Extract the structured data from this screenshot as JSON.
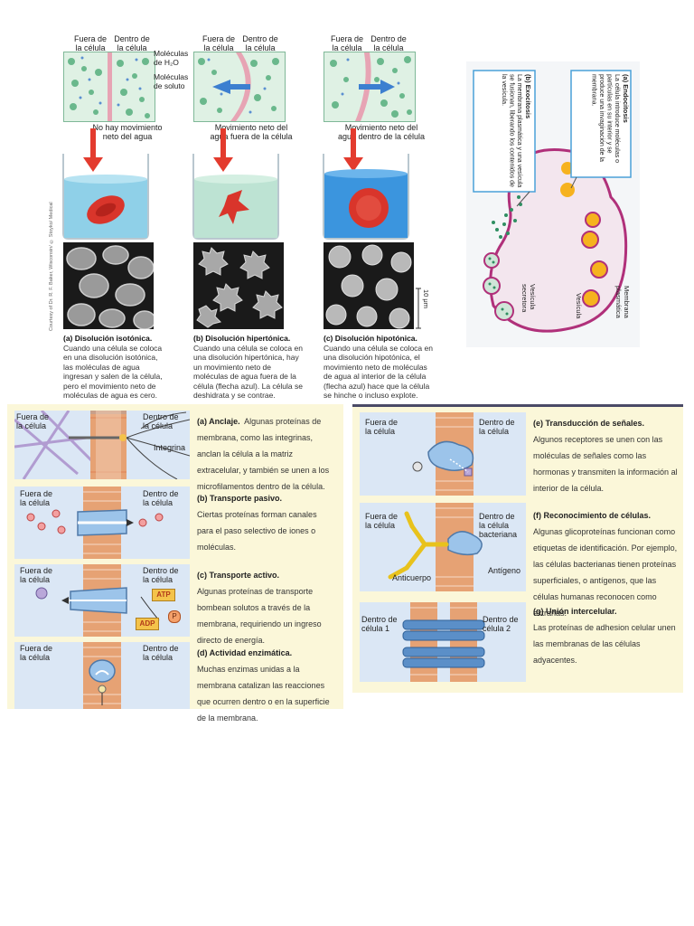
{
  "osmosis": {
    "panels": [
      {
        "outside": "Fuera de\nla célula",
        "inside": "Dentro de\nla célula",
        "arrow_text": "No hay movimiento\nneto del agua",
        "caption_title": "(a) Disolución isotónica.",
        "caption_text": "Cuando una célula se coloca en una disolución isotónica, las moléculas de agua ingresan y salen de la célula, pero el movimiento neto de moléculas de agua es cero."
      },
      {
        "outside": "Fuera de\nla célula",
        "inside": "Dentro de\nla célula",
        "arrow_text": "Movimiento neto del\nagua fuera de la célula",
        "caption_title": "(b) Disolución hipertónica.",
        "caption_text": "Cuando una célula se coloca en una disolución hipertónica, hay un movimiento neto de moléculas de agua fuera de la célula (flecha azul). La célula se deshidrata y se contrae."
      },
      {
        "outside": "Fuera de\nla célula",
        "inside": "Dentro de\nla célula",
        "arrow_text": "Movimiento neto del\nagua dentro de la célula",
        "caption_title": "(c) Disolución hipotónica.",
        "caption_text": "Cuando una célula se coloca en una disolución hipotónica, el movimiento neto de moléculas de agua al interior de la célula (flecha azul) hace que la célula se hinche o incluso explote."
      }
    ],
    "legend_water": "Moléculas\nde H₂O",
    "legend_solute": "Moléculas\nde soluto",
    "scale_label": "10 μm",
    "credit": "Courtesy of Dr. R. F. Baker, Wisconsin/ © Stoyko/ Medical"
  },
  "transport": {
    "title_a": "(a) Endocitosis",
    "text_a": "La célula introduce moléculas o partículas en su interior y se produce una invaginación de la membrana.",
    "title_b": "(b) Exocitosis",
    "text_b": "La membrana plasmática y una vesícula se fusionan, liberando los contenidos de la vesícula.",
    "label_membrane": "Membrana\nplasmática",
    "label_vesicle": "Vesícula",
    "label_secretory": "Vesícula\nsecretora"
  },
  "functions_left": [
    {
      "outside": "Fuera de\nla célula",
      "inside": "Dentro de\nla célula",
      "extra": "Integrina",
      "title": "(a) Anclaje.",
      "text": "Algunas proteínas de membrana, como las integrinas, anclan la célula a la matriz extracelular, y también se unen a los microfilamentos dentro de la célula."
    },
    {
      "outside": "Fuera de\nla célula",
      "inside": "Dentro de\nla célula",
      "title": "(b) Transporte pasivo.",
      "text": "Ciertas proteínas forman canales para el paso selectivo de iones o moléculas."
    },
    {
      "outside": "Fuera de\nla célula",
      "inside": "Dentro de\nla célula",
      "atp": "ATP",
      "adp": "ADP",
      "p": "P",
      "title": "(c) Transporte activo.",
      "text": "Algunas proteínas de transporte bombean solutos a través de la membrana, requiriendo un ingreso directo de energía."
    },
    {
      "outside": "Fuera de\nla célula",
      "inside": "Dentro de\nla célula",
      "title": "(d) Actividad enzimática.",
      "text": "Muchas enzimas unidas a la membrana catalizan las reacciones que ocurren dentro o en la superficie de la membrana."
    }
  ],
  "functions_right": [
    {
      "outside": "Fuera de\nla célula",
      "inside": "Dentro de\nla célula",
      "title": "(e) Transducción de señales.",
      "text": "Algunos receptores se unen con las moléculas de señales como las hormonas y transmiten la información al interior de la célula."
    },
    {
      "outside": "Fuera de\nla célula",
      "inside": "Dentro de\nla célula\nbacteriana",
      "antibody": "Anticuerpo",
      "antigen": "Antígeno",
      "title": "(f) Reconocimiento de células.",
      "text": "Algunas glicoproteínas funcionan como etiquetas de identificación. Por ejemplo, las células bacterianas tienen proteínas superficiales, o antígenos, que las células humanas reconocen como extrañas."
    },
    {
      "outside": "Dentro de\ncélula 1",
      "inside": "Dentro de\ncélula 2",
      "title": "(g) Unión intercelular.",
      "text": "Las proteínas de adhesion celular unen las  membranas de las células adyacentes."
    }
  ],
  "colors": {
    "water": "#7cc6a0",
    "cell": "#d9352b",
    "beaker": "#8fd0e8",
    "panel": "#fbf7d9",
    "membrane": "#e6a274",
    "protein": "#9cc4ea"
  }
}
